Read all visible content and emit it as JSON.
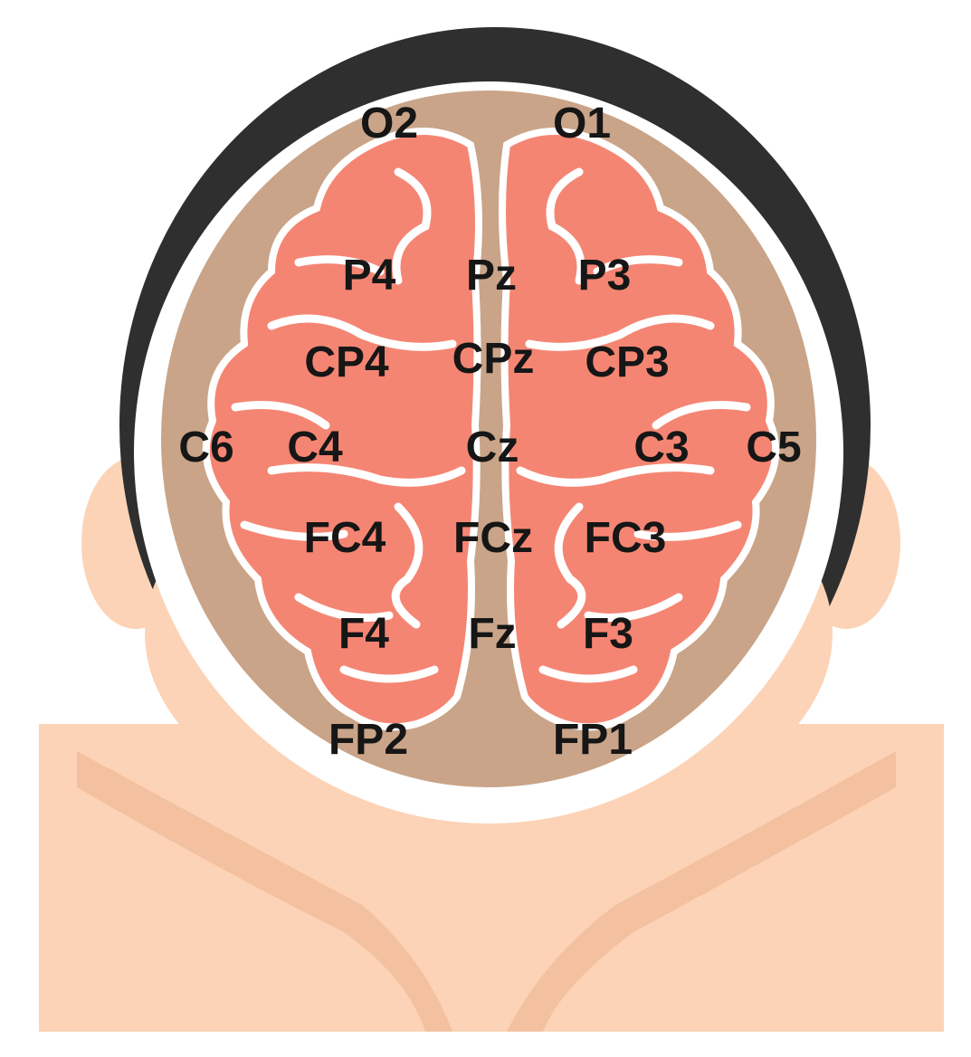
{
  "colors": {
    "background": "#ffffff",
    "skin": "#fcd3b6",
    "skin_shadow": "#f3c1a0",
    "hair": "#2f2f2f",
    "scalp_ring": "#ffffff",
    "scalp": "#c9a488",
    "brain": "#f58573",
    "brain_outline": "#ffffff",
    "label_text": "#161616"
  },
  "icons": {
    "figure": "head-top-view-icon",
    "brain": "brain-icon"
  },
  "electrodes": [
    {
      "id": "O2",
      "label": "O2"
    },
    {
      "id": "O1",
      "label": "O1"
    },
    {
      "id": "P4",
      "label": "P4"
    },
    {
      "id": "Pz",
      "label": "Pz"
    },
    {
      "id": "P3",
      "label": "P3"
    },
    {
      "id": "CP4",
      "label": "CP4"
    },
    {
      "id": "CPz",
      "label": "CPz"
    },
    {
      "id": "CP3",
      "label": "CP3"
    },
    {
      "id": "C6",
      "label": "C6"
    },
    {
      "id": "C4",
      "label": "C4"
    },
    {
      "id": "Cz",
      "label": "Cz"
    },
    {
      "id": "C3",
      "label": "C3"
    },
    {
      "id": "C5",
      "label": "C5"
    },
    {
      "id": "FC4",
      "label": "FC4"
    },
    {
      "id": "FCz",
      "label": "FCz"
    },
    {
      "id": "FC3",
      "label": "FC3"
    },
    {
      "id": "F4",
      "label": "F4"
    },
    {
      "id": "Fz",
      "label": "Fz"
    },
    {
      "id": "F3",
      "label": "F3"
    },
    {
      "id": "FP2",
      "label": "FP2"
    },
    {
      "id": "FP1",
      "label": "FP1"
    }
  ]
}
